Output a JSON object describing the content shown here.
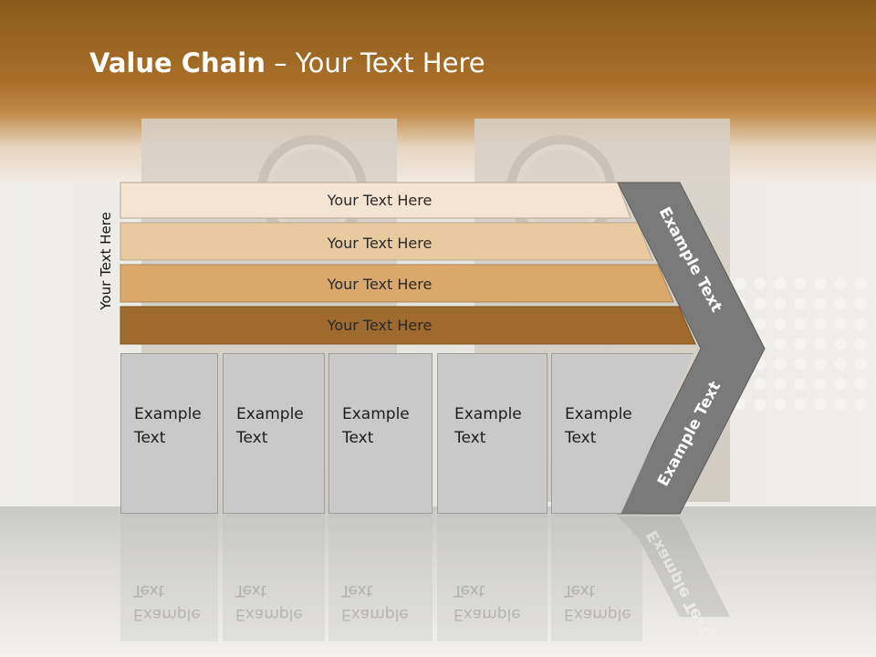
{
  "slide": {
    "title_bold": "Value Chain",
    "title_rest": " – Your Text Here",
    "vertical_label": "Your Text Here"
  },
  "bars": [
    {
      "label": "Your Text Here",
      "color": "#f3e5d2"
    },
    {
      "label": "Your Text Here",
      "color": "#e8c9a0"
    },
    {
      "label": "Your Text Here",
      "color": "#d9a86a"
    },
    {
      "label": "Your Text Here",
      "color": "#9e6a2e"
    }
  ],
  "boxes": [
    {
      "line1": "Example",
      "line2": "Text"
    },
    {
      "line1": "Example",
      "line2": "Text"
    },
    {
      "line1": "Example",
      "line2": "Text"
    },
    {
      "line1": "Example",
      "line2": "Text"
    },
    {
      "line1": "Example",
      "line2": "Text"
    }
  ],
  "chevron": {
    "upper_text": "Example Text",
    "lower_text": "Example Text",
    "color": "#7a7a7a"
  }
}
